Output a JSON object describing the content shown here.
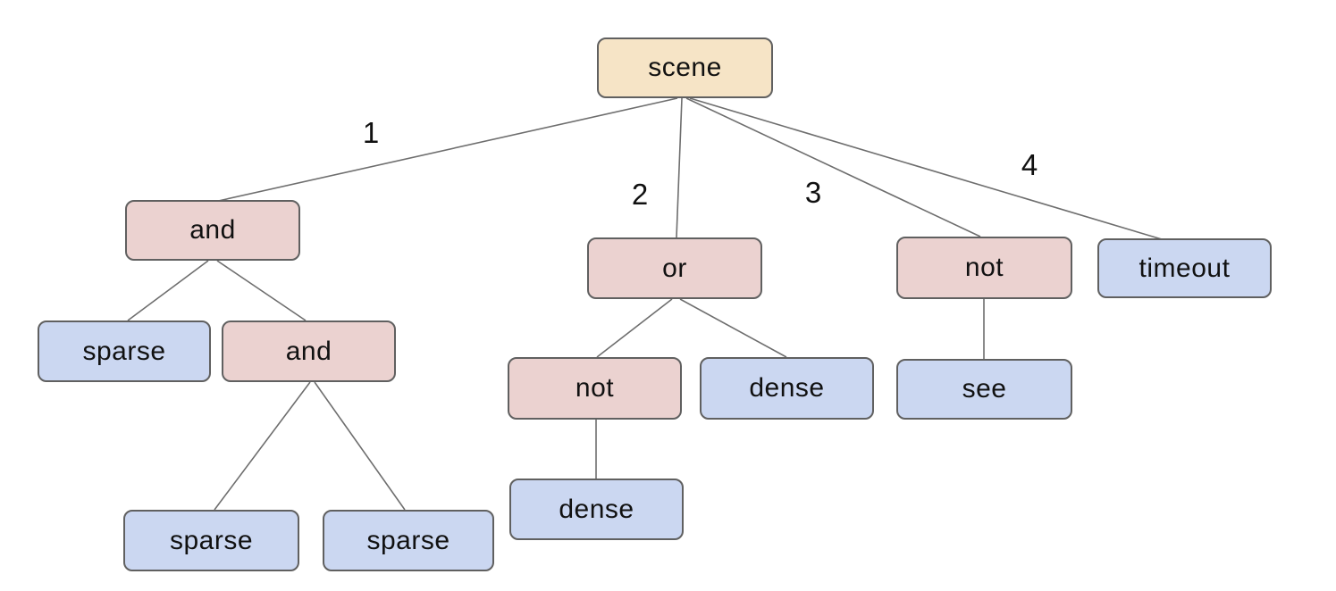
{
  "diagram": {
    "type": "tree",
    "colors": {
      "root_fill": "#f6e4c6",
      "operator_fill": "#ebd2d0",
      "leaf_fill": "#cbd7f1",
      "node_border": "#606060",
      "edge_stroke": "#6e6e6e",
      "text": "#111111",
      "background": "#ffffff"
    },
    "nodes": {
      "scene": {
        "label": "scene",
        "type": "root"
      },
      "and1": {
        "label": "and",
        "type": "operator"
      },
      "sparse1": {
        "label": "sparse",
        "type": "leaf"
      },
      "and2": {
        "label": "and",
        "type": "operator"
      },
      "sparse2": {
        "label": "sparse",
        "type": "leaf"
      },
      "sparse3": {
        "label": "sparse",
        "type": "leaf"
      },
      "or1": {
        "label": "or",
        "type": "operator"
      },
      "not1": {
        "label": "not",
        "type": "operator"
      },
      "dense1": {
        "label": "dense",
        "type": "leaf"
      },
      "dense2": {
        "label": "dense",
        "type": "leaf"
      },
      "not2": {
        "label": "not",
        "type": "operator"
      },
      "see1": {
        "label": "see",
        "type": "leaf"
      },
      "timeout1": {
        "label": "timeout",
        "type": "leaf"
      }
    },
    "edges": [
      {
        "from": "scene",
        "to": "and1",
        "label": "1"
      },
      {
        "from": "scene",
        "to": "or1",
        "label": "2"
      },
      {
        "from": "scene",
        "to": "not2",
        "label": "3"
      },
      {
        "from": "scene",
        "to": "timeout1",
        "label": "4"
      },
      {
        "from": "and1",
        "to": "sparse1",
        "label": ""
      },
      {
        "from": "and1",
        "to": "and2",
        "label": ""
      },
      {
        "from": "and2",
        "to": "sparse2",
        "label": ""
      },
      {
        "from": "and2",
        "to": "sparse3",
        "label": ""
      },
      {
        "from": "or1",
        "to": "not1",
        "label": ""
      },
      {
        "from": "or1",
        "to": "dense1",
        "label": ""
      },
      {
        "from": "not1",
        "to": "dense2",
        "label": ""
      },
      {
        "from": "not2",
        "to": "see1",
        "label": ""
      }
    ]
  }
}
